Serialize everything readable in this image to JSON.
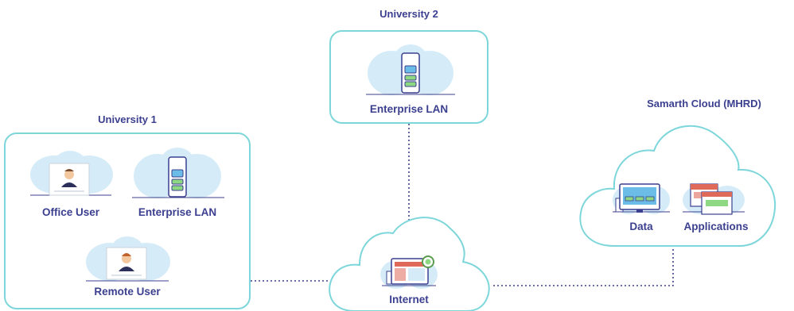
{
  "colors": {
    "accent_border": "#7dd6da",
    "text": "#3b3f8f",
    "blob": "#d5ecf8",
    "connector": "#3b3f8f"
  },
  "groups": {
    "university2": {
      "title": "University 2",
      "nodes": {
        "enterprise_lan": "Enterprise LAN"
      }
    },
    "university1": {
      "title": "University 1",
      "nodes": {
        "office_user": "Office User",
        "enterprise_lan": "Enterprise LAN",
        "remote_user": "Remote User"
      }
    },
    "samarth_cloud": {
      "title": "Samarth Cloud (MHRD)",
      "nodes": {
        "data": "Data",
        "applications": "Applications"
      }
    },
    "internet": {
      "label": "Internet"
    }
  },
  "icons": {
    "office_user": "user-card-icon",
    "enterprise_lan": "server-icon",
    "remote_user": "user-card-icon",
    "data": "monitor-icon",
    "applications": "browser-windows-icon",
    "internet": "web-browser-icon"
  }
}
